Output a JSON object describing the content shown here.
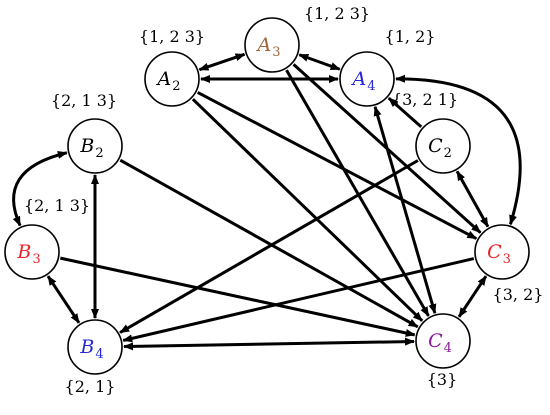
{
  "colors": {
    "black": "#000000",
    "red": "#e8262b",
    "blue": "#2727d6",
    "brown": "#a0653a",
    "purple": "#8a1a9c"
  },
  "nodes": [
    {
      "id": "A2",
      "letter": "A",
      "sub": "2",
      "color": "black",
      "set": "{1, 2 3}"
    },
    {
      "id": "A3",
      "letter": "A",
      "sub": "3",
      "color": "brown",
      "set": "{1, 2 3}"
    },
    {
      "id": "A4",
      "letter": "A",
      "sub": "4",
      "color": "blue",
      "set": "{1, 2}"
    },
    {
      "id": "B2",
      "letter": "B",
      "sub": "2",
      "color": "black",
      "set": "{2, 1 3}"
    },
    {
      "id": "C2",
      "letter": "C",
      "sub": "2",
      "color": "black",
      "set": "{3, 2 1}"
    },
    {
      "id": "B3",
      "letter": "B",
      "sub": "3",
      "color": "red",
      "set": "{2, 1 3}"
    },
    {
      "id": "C3",
      "letter": "C",
      "sub": "3",
      "color": "red",
      "set": "{3, 2}"
    },
    {
      "id": "B4",
      "letter": "B",
      "sub": "4",
      "color": "blue",
      "set": "{2, 1}"
    },
    {
      "id": "C4",
      "letter": "C",
      "sub": "4",
      "color": "purple",
      "set": "{3}"
    }
  ],
  "edges": [
    {
      "from": "A2",
      "to": "A3",
      "bi": true
    },
    {
      "from": "A3",
      "to": "A4",
      "bi": true
    },
    {
      "from": "A2",
      "to": "A4",
      "bi": true
    },
    {
      "from": "C2",
      "to": "A4",
      "bi": false
    },
    {
      "from": "C2",
      "to": "C3",
      "bi": true
    },
    {
      "from": "A4",
      "to": "C4",
      "bi": true
    },
    {
      "from": "C3",
      "to": "C4",
      "bi": true
    },
    {
      "from": "B2",
      "to": "B4",
      "bi": true
    },
    {
      "from": "B3",
      "to": "B4",
      "bi": true
    },
    {
      "from": "B4",
      "to": "C4",
      "bi": true
    },
    {
      "from": "A2",
      "to": "C3",
      "bi": false
    },
    {
      "from": "A2",
      "to": "C4",
      "bi": false
    },
    {
      "from": "A3",
      "to": "C3",
      "bi": false
    },
    {
      "from": "A3",
      "to": "C4",
      "bi": false
    },
    {
      "from": "B2",
      "to": "C4",
      "bi": false
    },
    {
      "from": "B3",
      "to": "C4",
      "bi": false
    },
    {
      "from": "C2",
      "to": "B4",
      "bi": false
    },
    {
      "from": "C3",
      "to": "B4",
      "bi": false
    },
    {
      "from": "B2",
      "to": "B3",
      "bi": true,
      "curve": "left"
    },
    {
      "from": "A4",
      "to": "C3",
      "bi": true,
      "curve": "right"
    }
  ]
}
